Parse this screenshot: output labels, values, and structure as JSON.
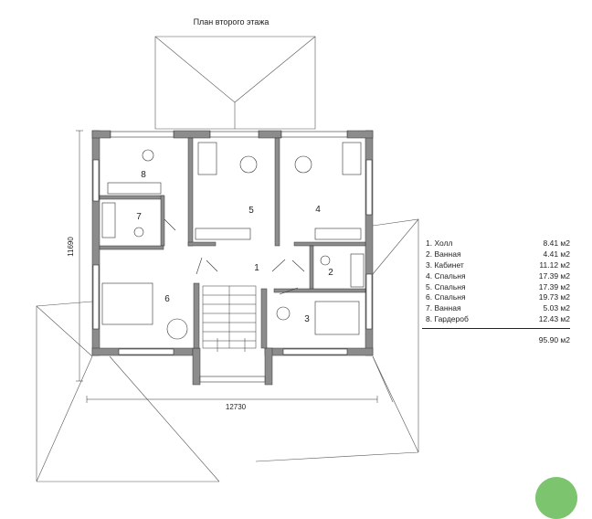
{
  "title": "План второго этажа",
  "dimensions": {
    "vertical": "11690",
    "horizontal": "12730"
  },
  "room_numbers": [
    "1",
    "2",
    "3",
    "4",
    "5",
    "6",
    "7",
    "8"
  ],
  "legend": [
    {
      "label": "1.  Холл",
      "area": "8.41 м2"
    },
    {
      "label": "2.  Ванная",
      "area": "4.41 м2"
    },
    {
      "label": "3.  Кабинет",
      "area": "11.12 м2"
    },
    {
      "label": "4.  Спальня",
      "area": "17.39 м2"
    },
    {
      "label": "5.  Спальня",
      "area": "17.39 м2"
    },
    {
      "label": "6.  Спальня",
      "area": "19.73 м2"
    },
    {
      "label": "7.  Ванная",
      "area": "5.03 м2"
    },
    {
      "label": "8.  Гардероб",
      "area": "12.43 м2"
    }
  ],
  "total": "95.90 м2",
  "colors": {
    "wall": "#8c8c8c",
    "line": "#333333",
    "accent": "#7dc46e"
  }
}
